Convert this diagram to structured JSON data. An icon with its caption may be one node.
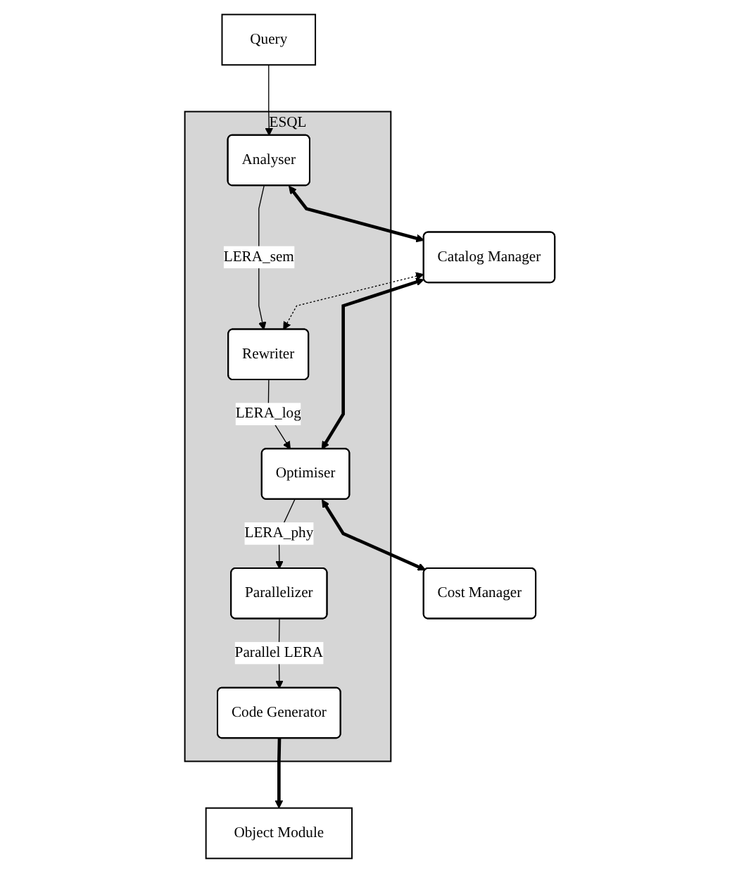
{
  "diagram": {
    "nodes": [
      {
        "text": [
          "Query"
        ]
      },
      {
        "text": [
          "ESQL"
        ]
      },
      {
        "text": [
          "Analyser"
        ],
        "in": 1
      },
      {
        "text": [
          "Rewriter"
        ],
        "in": 1
      },
      {
        "text": [
          "Optimiser"
        ],
        "in": 1
      },
      {
        "text": [
          "Parallelizer"
        ],
        "in": 1
      },
      {
        "text": [
          "Code Generator"
        ],
        "in": 1
      },
      {
        "text": [
          "Catalog Manager"
        ]
      },
      {
        "text": [
          "Cost Manager"
        ]
      },
      {
        "text": [
          "Object Module"
        ]
      }
    ],
    "edges": [
      {
        "from": 0,
        "to": 2,
        "arrow": "to"
      },
      {
        "from": 2,
        "to": 3,
        "arrow": "to",
        "label": "LERA_sem"
      },
      {
        "from": 3,
        "to": 4,
        "arrow": "to",
        "label": "LERA_log"
      },
      {
        "from": 4,
        "to": 5,
        "arrow": "to",
        "label": "LERA_phy"
      },
      {
        "from": 5,
        "to": 6,
        "arrow": "to",
        "label": "Parallel LERA"
      },
      {
        "from": 2,
        "to": 7,
        "arrow": "both",
        "style": "thick"
      },
      {
        "from": 3,
        "to": 7,
        "arrow": "both",
        "style": "dashed"
      },
      {
        "from": 4,
        "to": 7,
        "arrow": "both",
        "style": "thick"
      },
      {
        "from": 4,
        "to": 8,
        "arrow": "both",
        "style": "thick"
      },
      {
        "from": 6,
        "to": 9,
        "arrow": "to",
        "style": "thick"
      }
    ]
  }
}
